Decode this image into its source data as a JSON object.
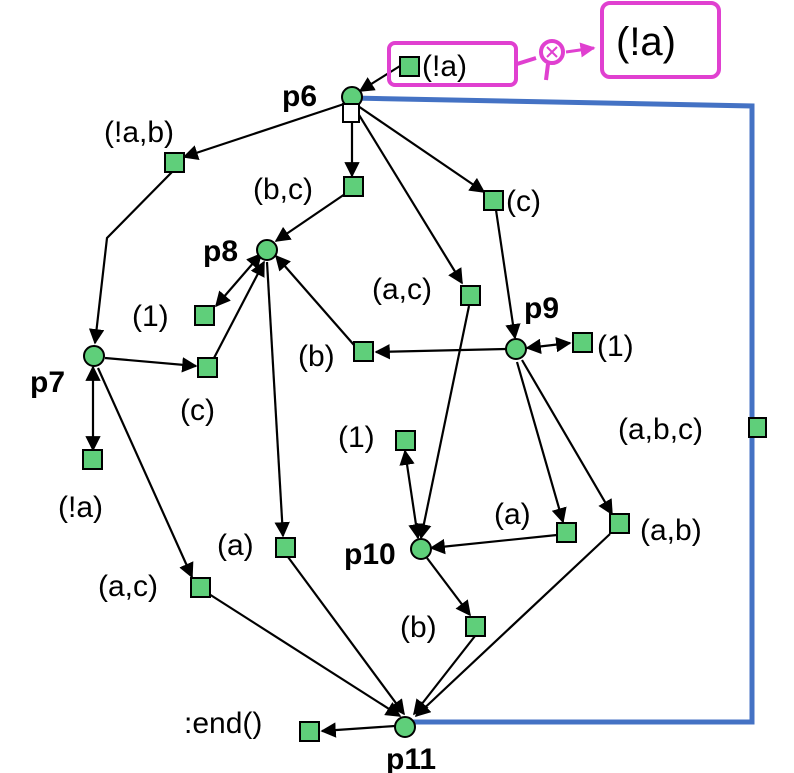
{
  "places": {
    "p6": "p6",
    "p7": "p7",
    "p8": "p8",
    "p9": "p9",
    "p10": "p10",
    "p11": "p11"
  },
  "guards": {
    "g_nab": "(!a,b)",
    "g_bc": "(b,c)",
    "g_c": "(c)",
    "g_ac_top": "(a,c)",
    "g_1_p8": "(1)",
    "g_b_mid": "(b)",
    "g_1_p9": "(1)",
    "g_c_p7": "(c)",
    "g_abc": "(a,b,c)",
    "g_1_p10": "(1)",
    "g_na": "(!a)",
    "g_a_p10": "(a)",
    "g_ab": "(a,b)",
    "g_a_left": "(a)",
    "g_ac_bottom": "(a,c)",
    "g_b_bottom": "(b)"
  },
  "labels": {
    "callout_small": "(!a)",
    "callout_large": "(!a)",
    "end": ":end()"
  },
  "colors": {
    "node_fill": "#5fcf7a",
    "highlight_line": "#4472c4",
    "annotation": "#e040d0"
  }
}
